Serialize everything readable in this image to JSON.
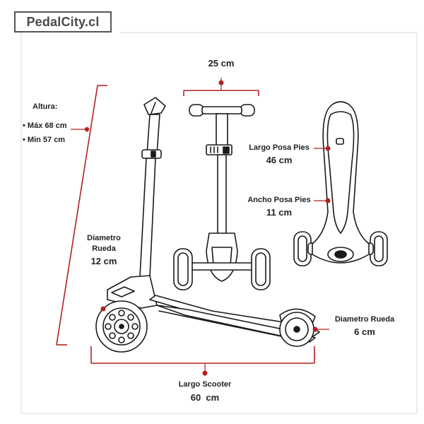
{
  "logo": {
    "text": "PedalCity.cl"
  },
  "colors": {
    "accent": "#b22222",
    "ink": "#1a1a1a",
    "frame": "#e8e8e8"
  },
  "labels": {
    "altura_title": "Altura:",
    "altura_max": "• Máx 68 cm",
    "altura_min": "• Min 57 cm",
    "ancho_manillar": "25 cm",
    "largo_posa_pies_title": "Largo Posa Pies",
    "largo_posa_pies_value": "46 cm",
    "ancho_posa_pies_title": "Ancho Posa Pies",
    "ancho_posa_pies_value": "11 cm",
    "diametro_front_title_1": "Diametro",
    "diametro_front_title_2": "Rueda",
    "diametro_front_value": "12 cm",
    "diametro_rear_title": "Diametro Rueda",
    "diametro_rear_value": "6 cm",
    "largo_scooter_title": "Largo Scooter",
    "largo_scooter_value": "60  cm"
  }
}
